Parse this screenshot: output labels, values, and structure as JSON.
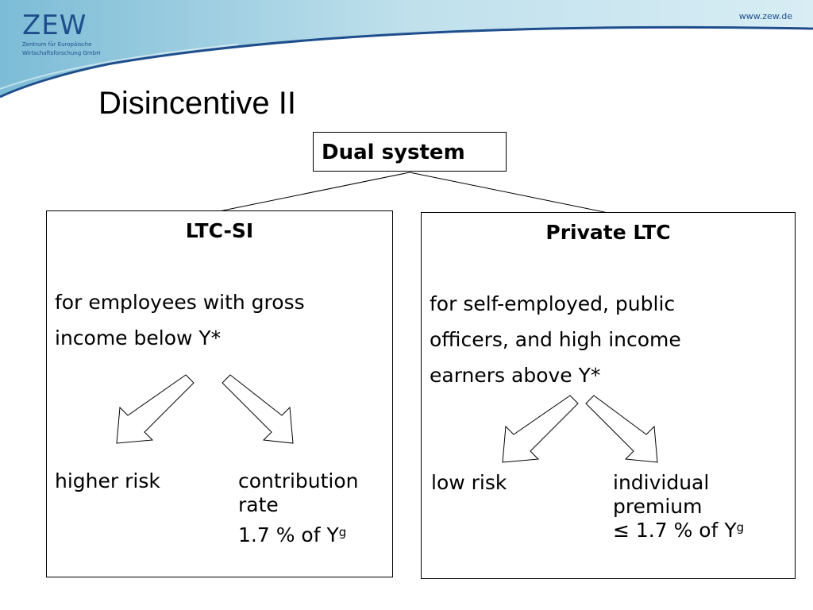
{
  "header": {
    "logo_text": "ZEW",
    "logo_subtitle_line1": "Zentrum für Europäische",
    "logo_subtitle_line2": "Wirtschaftsforschung GmbH",
    "url": "www.zew.de"
  },
  "slide": {
    "title": "Disincentive II",
    "root": {
      "label": "Dual system"
    },
    "left_box": {
      "title": "LTC-SI",
      "description": [
        "for employees with gross",
        "income below Y*"
      ],
      "outcome_left": "higher risk",
      "outcome_right_line1": "contribution",
      "outcome_right_line2": "rate",
      "outcome_right_line3": "1.7 % of Y",
      "outcome_right_sup": "g"
    },
    "right_box": {
      "title": "Private LTC",
      "description": [
        "for self-employed, public",
        "officers, and high income",
        "earners above Y*"
      ],
      "outcome_left": "low risk",
      "outcome_right_line1": "individual",
      "outcome_right_line2": "premium",
      "outcome_right_line3": "≤ 1.7 % of Y",
      "outcome_right_sup": "g"
    }
  },
  "colors": {
    "brand_blue": "#1f4e8c",
    "wave_light": "#bfe0ec",
    "wave_mid": "#8cc4db"
  }
}
